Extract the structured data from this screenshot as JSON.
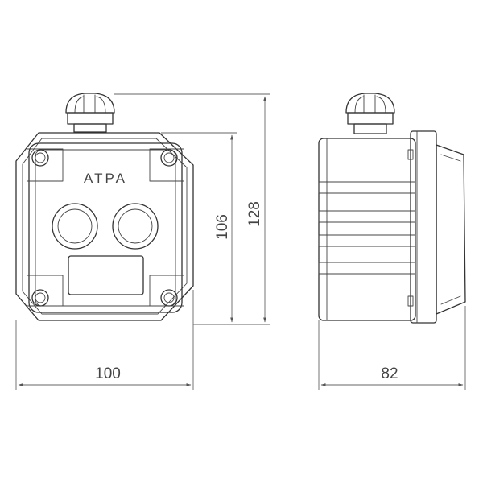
{
  "front_view": {
    "brand": "ATPA"
  },
  "dimensions": {
    "width_front": "100",
    "height_body": "106",
    "height_total": "128",
    "depth_side": "82"
  }
}
